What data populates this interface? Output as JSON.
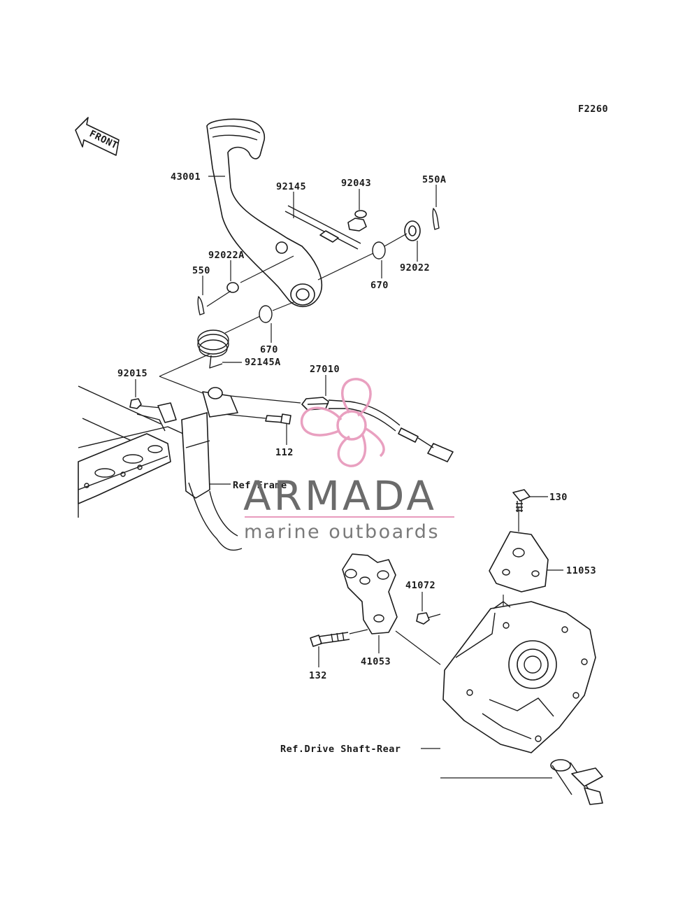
{
  "figure_code": "F2260",
  "front_arrow_text": "FRONT",
  "watermark": {
    "brand": "ARMADA",
    "tagline": "marine outboards",
    "accent_color": "#e89bbd",
    "text_color": "#6b6b6b"
  },
  "callouts": {
    "c43001": "43001",
    "c92145": "92145",
    "c92043": "92043",
    "c550A": "550A",
    "c92022A": "92022A",
    "c550": "550",
    "c670a": "670",
    "c92022": "92022",
    "c670b": "670",
    "c92145A": "92145A",
    "c92015": "92015",
    "c27010": "27010",
    "c112": "112",
    "c130": "130",
    "c11053": "11053",
    "c41072": "41072",
    "c132": "132",
    "c41053": "41053"
  },
  "references": {
    "frame": "Ref.Frame",
    "drive_shaft": "Ref.Drive Shaft-Rear"
  }
}
